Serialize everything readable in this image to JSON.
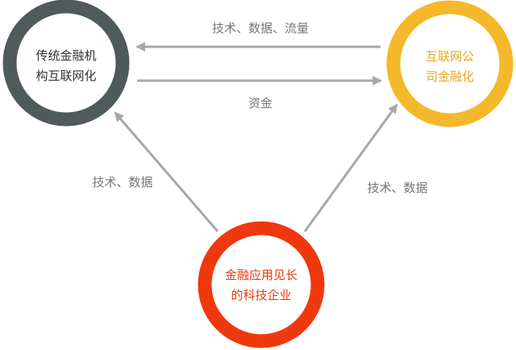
{
  "nodes": {
    "traditional": {
      "line1": "传统金融机",
      "line2": "构互联网化",
      "ring_color": "#4f5b5b",
      "text_color": "#333333"
    },
    "internet": {
      "line1": "互联网公",
      "line2": "司金融化",
      "ring_color": "#f5b82a",
      "text_color": "#e8a81c"
    },
    "tech": {
      "line1": "金融应用见长",
      "line2": "的科技企业",
      "ring_color": "#f0380f",
      "text_color": "#e83a10"
    }
  },
  "edges": {
    "top_left": "技术、数据、流量",
    "top_right": "资金",
    "left": "技术、数据",
    "right": "技术、数据"
  },
  "colors": {
    "arrow": "#a8a8a8",
    "edge_text": "#777777"
  }
}
